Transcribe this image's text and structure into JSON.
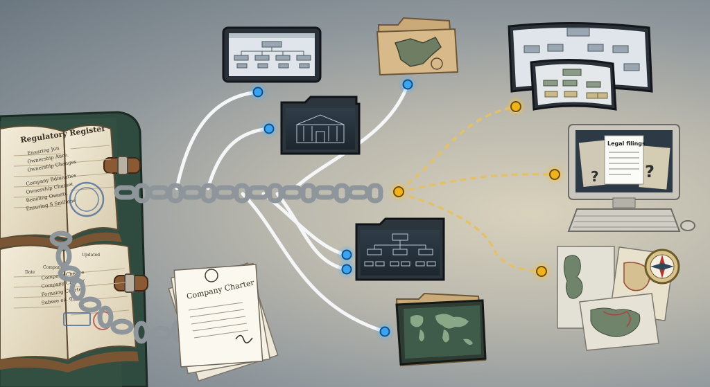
{
  "book_top": {
    "title": "Regulatory Register",
    "lines": [
      "Ensuring Jun",
      "Ownership Aure.",
      "Ownership Changes",
      "Company Bdiunaties",
      "Ownership Charset",
      "Beneling Ownstr.",
      "Ensuring S Smilinne"
    ]
  },
  "book_bottom": {
    "col_headers": [
      "Date",
      "Company",
      "Updated"
    ],
    "lines": [
      "Company Chenve",
      "Company Charter",
      "Fornaing Charte",
      "Subsee ea. 0110"
    ]
  },
  "charter": {
    "title": "Company Charter"
  },
  "monitor": {
    "sheet_title": "Legal filings",
    "question_mark": "?"
  },
  "colors": {
    "chain": "#8e969c",
    "link_white": "#f4f6f7",
    "node_blue": "#3ba4f0",
    "dashed_gold": "#e4c168",
    "node_gold": "#f1b31c",
    "ledger_cover": "#2f4a3e",
    "folder_tan": "#d7b98a"
  },
  "icons": [
    "ledger-book-icon",
    "chain-icon",
    "charter-document-icon",
    "org-chart-screen-icon",
    "building-blueprint-folder-icon",
    "map-folder-icon",
    "world-map-folder-icon",
    "curved-org-chart-display-icon",
    "computer-monitor-icon",
    "maps-compass-icon"
  ]
}
